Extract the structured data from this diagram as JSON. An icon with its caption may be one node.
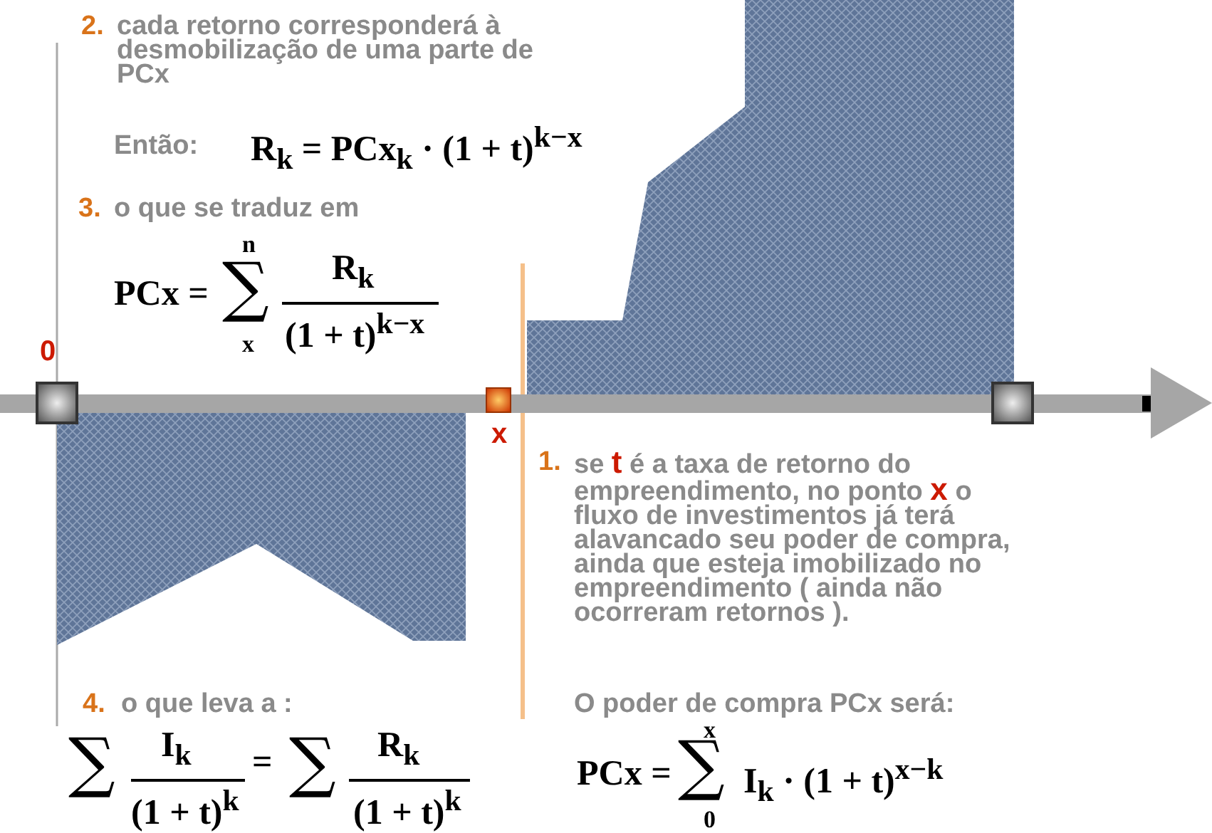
{
  "diagram": {
    "nodes": [
      {
        "text": [],
        "shape": "polygon"
      },
      {
        "text": [],
        "shape": "box",
        "beside": [
          "0"
        ]
      },
      {
        "text": [],
        "shape": "box",
        "beside": [
          "x"
        ]
      },
      {
        "text": [],
        "shape": "box"
      },
      {
        "text": [],
        "shape": "polygon"
      }
    ],
    "labels": [
      "2.",
      "cada retorno corresponderá à desmobilização de uma parte de PCx",
      "Então:",
      "R$_{k}$ = PCx$_{k}$ · (1 + t)$^{k−x}$",
      "3.",
      "o que se traduz em",
      "PCx =",
      "∑",
      "n",
      "x",
      "R$_{k}$",
      "(1 + t)$^{k−x}$",
      "1.",
      "se **t** é a taxa de retorno do empreendimento, no ponto **x** o fluxo de investimentos já terá alavancado seu poder de compra, ainda que esteja imobilizado no empreendimento ( ainda não ocorreram retornos ).",
      "4.",
      "o que leva a :",
      "∑",
      "I$_{k}$",
      "(1 + t)$^{k}$",
      "=",
      "∑",
      "R$_{k}$",
      "(1 + t)$^{k}$",
      "O poder de compra PCx será:",
      "PCx =",
      "∑",
      "x",
      "0",
      "I$_{k}$ · (1 + t)$^{x−k}$"
    ]
  }
}
